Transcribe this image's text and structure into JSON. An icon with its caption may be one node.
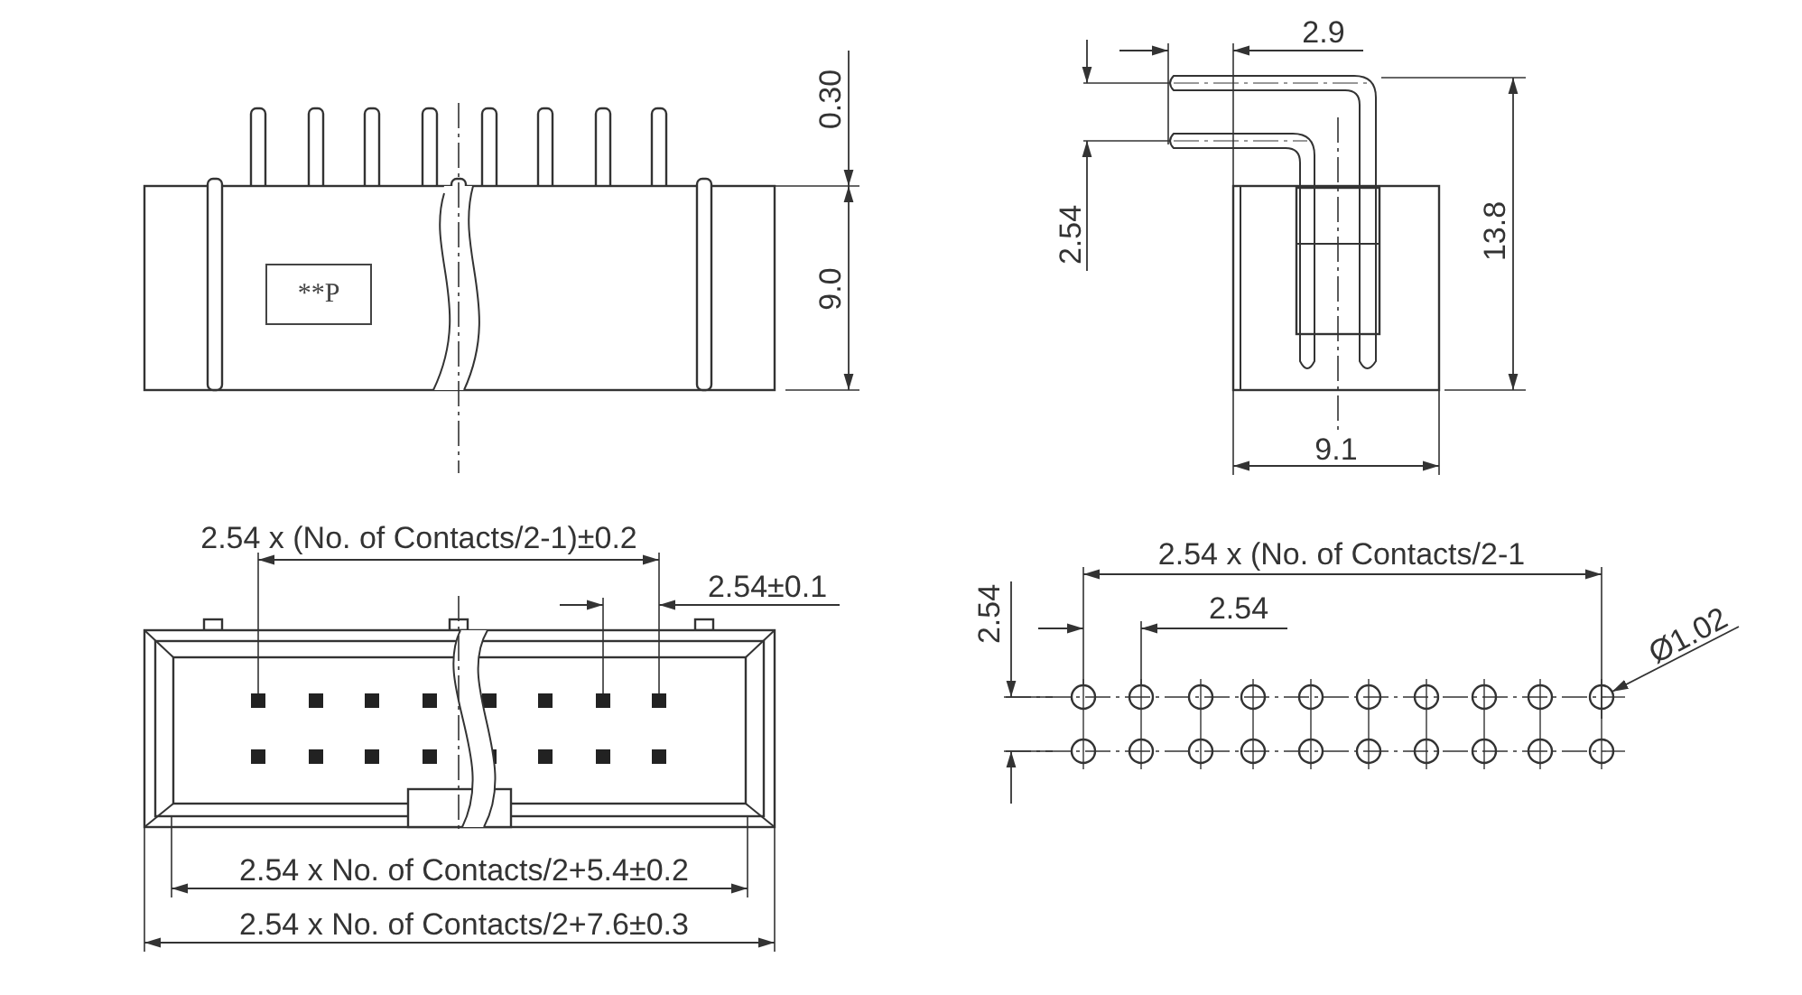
{
  "diagram": {
    "nodes": [
      {
        "text": [
          "**P"
        ]
      },
      {
        "text": [
          "Ø1.02"
        ]
      },
      {
        "text": [],
        "shape": "circle"
      }
    ],
    "edges": [
      {
        "from": 1,
        "to": 2,
        "arrow": "to"
      }
    ],
    "labels": [
      "0.30",
      "9.0",
      "2.9",
      "2.54",
      "13.8",
      "9.1",
      "2.54 x (No. of Contacts/2-1)±0.2",
      "2.54±0.1",
      "2.54 x No. of Contacts/2+5.4±0.2",
      "2.54 x No. of Contacts/2+7.6±0.3",
      "2.54 x (No. of Contacts/2-1",
      "2.54",
      "2.54"
    ]
  }
}
